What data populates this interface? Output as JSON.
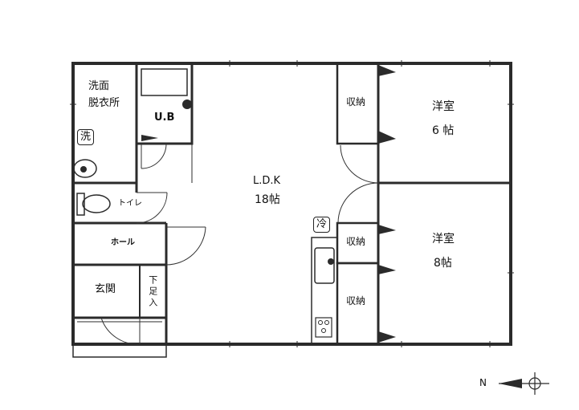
{
  "rooms": {
    "washroom_line1": "洗面",
    "washroom_line2": "脱衣所",
    "unit_bath": "U.B",
    "ldk_name": "L.D.K",
    "ldk_size": "18帖",
    "storage": "収納",
    "western_room_1_name": "洋室",
    "western_room_1_size": "6 帖",
    "western_room_2_name": "洋室",
    "western_room_2_size": "8帖",
    "toilet": "トイレ",
    "hall": "ホール",
    "entrance": "玄関",
    "shoe_box": "下足入"
  },
  "fixtures": {
    "washing_machine": "洗",
    "refrigerator": "冷"
  },
  "compass": {
    "north_label": "N"
  },
  "colors": {
    "wall": "#2b2b2b",
    "line": "#333333",
    "background": "#ffffff"
  }
}
